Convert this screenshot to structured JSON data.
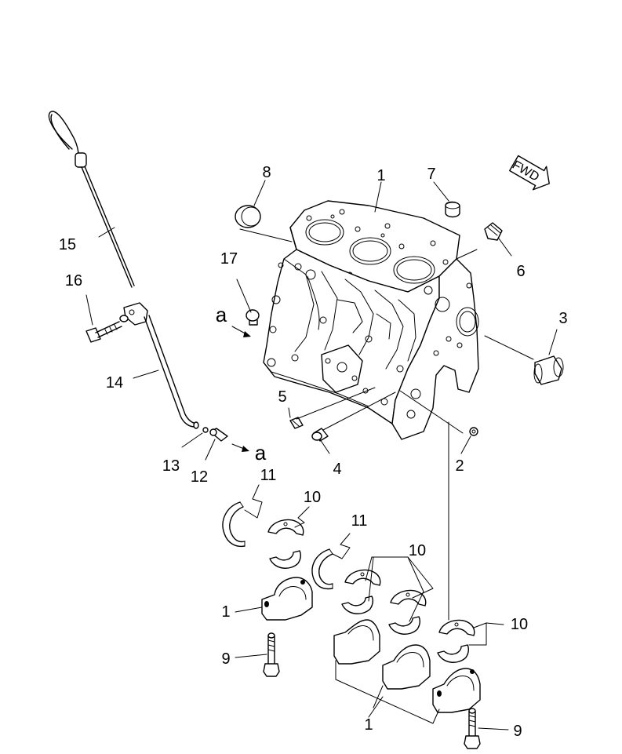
{
  "labels": {
    "block_top": "1",
    "block_caps_left": "1",
    "block_caps_bottom": "1",
    "plug_2": "2",
    "bushing_3": "3",
    "plug_4": "4",
    "plug_5": "5",
    "plug_6": "6",
    "plug_7": "7",
    "plug_8": "8",
    "bolt_9_left": "9",
    "bolt_9_right": "9",
    "bearing_10_top": "10",
    "bearing_10_mid": "10",
    "bearing_10_right": "10",
    "thrust_11_left": "11",
    "thrust_11_right": "11",
    "union_12": "12",
    "ring_13": "13",
    "guide_14": "14",
    "dipstick_15": "15",
    "bolt_16": "16",
    "plug_17": "17",
    "view_a_top": "a",
    "view_a_bottom": "a"
  },
  "fwd_badge": "FWD"
}
